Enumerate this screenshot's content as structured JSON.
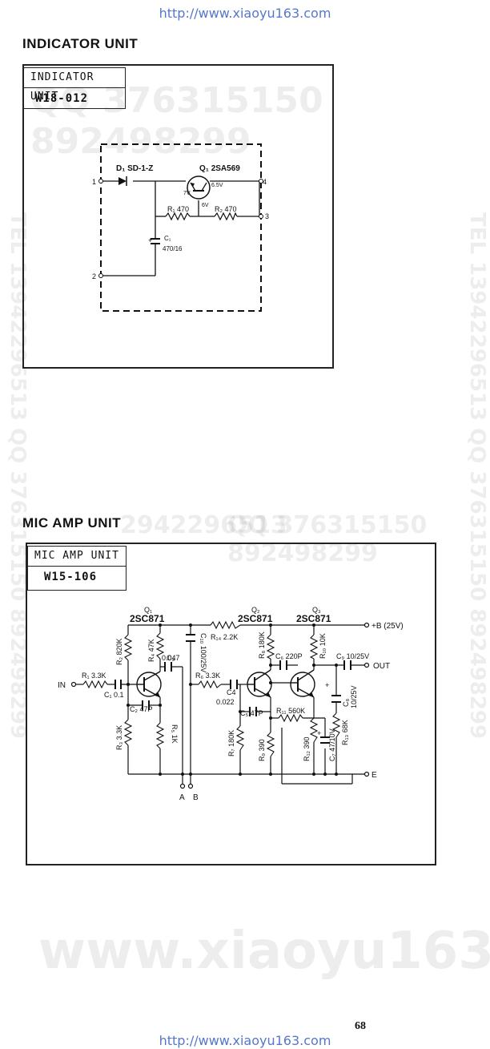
{
  "header": {
    "url_top": "http://www.xiaoyu163.com",
    "url_bottom": "http://www.xiaoyu163.com"
  },
  "watermarks": {
    "qq_top": "QQ 376315150 892498299",
    "qq_mid1": "2942296513",
    "qq_mid2": "QQ 376315150 892498299",
    "tel_left": "TEL 13942296513 QQ 376315150 892498299",
    "tel_right": "TEL 13942296513 QQ 376315150 892498299",
    "site": "www.xiaoyu163.com"
  },
  "indicator_unit": {
    "section_title": "INDICATOR UNIT",
    "box_title": "INDICATOR UNIT",
    "model": "W18-012",
    "labels": {
      "d1": "D₁ SD-1-Z",
      "q1": "Q₁ 2SA569",
      "v_top": "6.5V",
      "v_base": "7V",
      "v_em": "6V",
      "r1": "R₁ 470",
      "r2": "R₂ 470",
      "c1_name": "C₁",
      "c1_val": "470/16",
      "plus": "+",
      "t1": "1",
      "t2": "2",
      "t3": "3",
      "t4": "4"
    }
  },
  "mic_amp_unit": {
    "section_title": "MIC AMP UNIT",
    "box_title": "MIC AMP UNIT",
    "model": "W15-106",
    "labels": {
      "q1_name": "Q₁",
      "q1_type": "2SC871",
      "q2_name": "Q₂",
      "q2_type": "2SC871",
      "q3_name": "Q₃",
      "q3_type": "2SC871",
      "vb": "+B (25V)",
      "out": "OUT",
      "in": "IN",
      "e": "E",
      "a": "A",
      "b": "B",
      "r1": "R₁ 3.3K",
      "c1": "C₁ 0.1",
      "r2": "R₂ 820K",
      "r3": "R₃ 3.3K",
      "r4": "R₄ 47K",
      "c3": "C₃",
      "c3v": "0.047",
      "c2": "C₂ 47P",
      "r5": "R₅ 1K",
      "c10": "C₁₀ 100/25V",
      "r14": "R₁₄ 2.2K",
      "r6": "R₆ 3.3K",
      "c4": "C4",
      "c4v": "0.022",
      "c5": "C₅ 47P",
      "r7": "R₇ 180K",
      "r9": "R₉ 390",
      "r8": "R₈ 180K",
      "c6": "C₆ 220P",
      "r10": "R₁₀ 10K",
      "c9": "C₉ 10/25V",
      "c8": "C₈",
      "c8v": "10/25V",
      "r11": "R₁₁ 560K",
      "r12": "R₁₂ 390",
      "c7": "C₇ 47/10V",
      "r13": "R₁₃ 68K",
      "plus": "+"
    }
  },
  "page_number": "68"
}
